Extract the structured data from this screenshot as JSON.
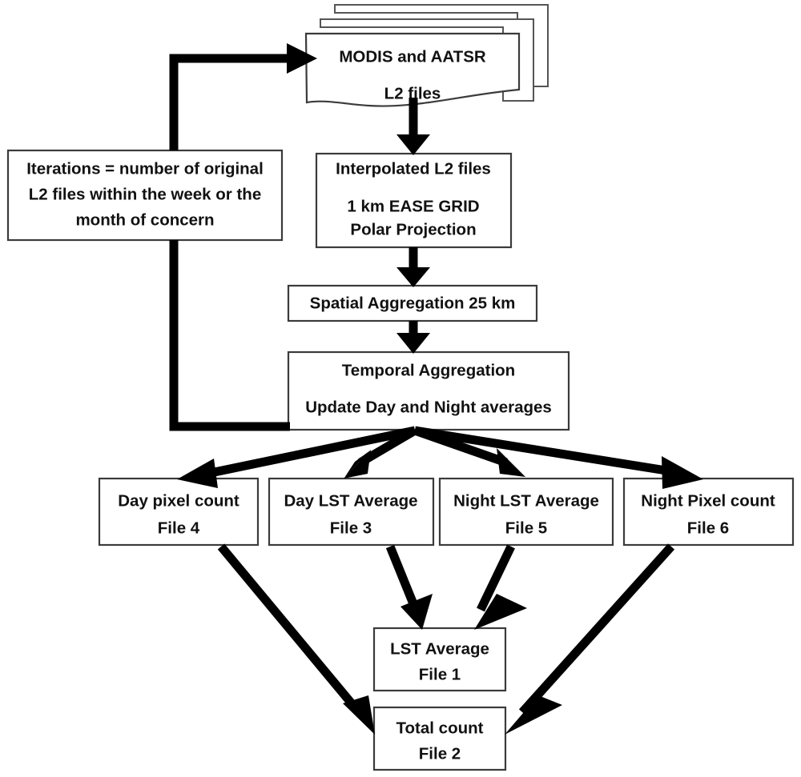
{
  "diagram": {
    "title": "LST processing chain flowchart",
    "colors": {
      "background": "#ffffff",
      "box_stroke": "#3b3b3b",
      "arrow": "#000000",
      "text": "#111111"
    },
    "nodes": [
      {
        "id": "modis-aatsr-l2-files",
        "shape": "document-stack",
        "lines": [
          "MODIS and AATSR",
          "L2 files"
        ]
      },
      {
        "id": "iterations",
        "shape": "rectangle",
        "lines": [
          "Iterations = number of original",
          "L2 files within the week or the",
          "month of concern"
        ]
      },
      {
        "id": "interpolated-l2-files",
        "shape": "rectangle",
        "lines": [
          "Interpolated L2 files",
          "1 km EASE GRID",
          "Polar Projection"
        ]
      },
      {
        "id": "spatial-aggregation",
        "shape": "rectangle",
        "lines": [
          "Spatial Aggregation 25 km"
        ]
      },
      {
        "id": "temporal-aggregation",
        "shape": "rectangle",
        "lines": [
          "Temporal Aggregation",
          "Update Day and Night averages"
        ]
      },
      {
        "id": "day-pixel-count",
        "shape": "rectangle",
        "lines": [
          "Day pixel count",
          "File 4"
        ]
      },
      {
        "id": "day-lst-average",
        "shape": "rectangle",
        "lines": [
          "Day LST Average",
          "File 3"
        ]
      },
      {
        "id": "night-lst-average",
        "shape": "rectangle",
        "lines": [
          "Night LST Average",
          "File 5"
        ]
      },
      {
        "id": "night-pixel-count",
        "shape": "rectangle",
        "lines": [
          "Night Pixel count",
          "File 6"
        ]
      },
      {
        "id": "lst-average",
        "shape": "rectangle",
        "lines": [
          "LST Average",
          "File 1"
        ]
      },
      {
        "id": "total-count",
        "shape": "rectangle",
        "lines": [
          "Total count",
          "File 2"
        ]
      }
    ],
    "edges": [
      {
        "from": "iterations",
        "to": "modis-aatsr-l2-files",
        "style": "elbow-up-right"
      },
      {
        "from": "modis-aatsr-l2-files",
        "to": "interpolated-l2-files",
        "style": "straight-down"
      },
      {
        "from": "interpolated-l2-files",
        "to": "spatial-aggregation",
        "style": "straight-down"
      },
      {
        "from": "spatial-aggregation",
        "to": "temporal-aggregation",
        "style": "straight-down"
      },
      {
        "from": "iterations",
        "to": "temporal-aggregation",
        "style": "elbow-down-right"
      },
      {
        "from": "temporal-aggregation",
        "to": "day-pixel-count",
        "style": "diagonal"
      },
      {
        "from": "temporal-aggregation",
        "to": "day-lst-average",
        "style": "diagonal"
      },
      {
        "from": "temporal-aggregation",
        "to": "night-lst-average",
        "style": "diagonal"
      },
      {
        "from": "temporal-aggregation",
        "to": "night-pixel-count",
        "style": "diagonal"
      },
      {
        "from": "day-lst-average",
        "to": "lst-average",
        "style": "diagonal"
      },
      {
        "from": "night-lst-average",
        "to": "lst-average",
        "style": "diagonal"
      },
      {
        "from": "day-pixel-count",
        "to": "total-count",
        "style": "diagonal"
      },
      {
        "from": "night-pixel-count",
        "to": "total-count",
        "style": "diagonal"
      }
    ]
  },
  "labels": {
    "modis_line1": "MODIS and AATSR",
    "modis_line2": "L2 files",
    "iterations_line1": "Iterations = number of original",
    "iterations_line2": "L2 files within the week or the",
    "iterations_line3": "month of concern",
    "interp_line1": "Interpolated L2 files",
    "interp_line2": "1 km EASE GRID",
    "interp_line3": "Polar Projection",
    "spatial_line1": "Spatial Aggregation 25 km",
    "temporal_line1": "Temporal Aggregation",
    "temporal_line2": "Update Day and Night averages",
    "daypix_line1": "Day pixel count",
    "daypix_line2": "File 4",
    "daylst_line1": "Day LST Average",
    "daylst_line2": "File 3",
    "nightlst_line1": "Night LST Average",
    "nightlst_line2": "File 5",
    "nightpix_line1": "Night Pixel count",
    "nightpix_line2": "File 6",
    "lstavg_line1": "LST Average",
    "lstavg_line2": "File 1",
    "totalcount_line1": "Total count",
    "totalcount_line2": "File 2"
  }
}
